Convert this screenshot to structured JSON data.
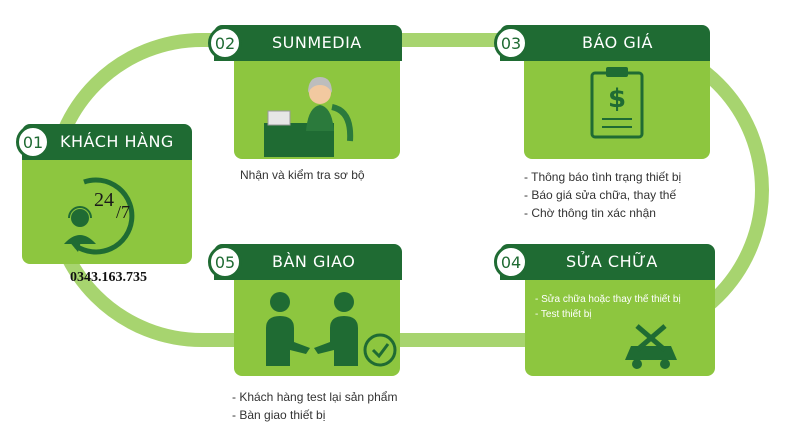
{
  "steps": [
    {
      "number": "01",
      "title": "KHÁCH HÀNG",
      "icon": "support-24-7-icon",
      "badge_main": "24",
      "badge_sub": "/7",
      "phone": "0343.163.735"
    },
    {
      "number": "02",
      "title": "SUNMEDIA",
      "icon": "receptionist-icon",
      "items": [
        "Nhận và kiểm tra sơ bộ"
      ]
    },
    {
      "number": "03",
      "title": "BÁO GIÁ",
      "icon": "invoice-clipboard-icon",
      "items": [
        "- Thông báo tình trạng thiết bị",
        "- Báo giá sửa chữa, thay thế",
        "- Chờ thông tin xác nhận"
      ]
    },
    {
      "number": "04",
      "title": "SỬA CHỮA",
      "icon": "repair-tools-icon",
      "panel_items": [
        "- Sửa chữa hoặc thay thế thiết bị",
        "- Test thiết bị"
      ]
    },
    {
      "number": "05",
      "title": "BÀN GIAO",
      "icon": "handshake-icon",
      "items": [
        "- Khách hàng test lại sản phẩm",
        "- Bàn giao thiết bị"
      ]
    }
  ],
  "colors": {
    "header": "#1f6b33",
    "panel": "#8dc63f",
    "loop": "#a7d46f"
  }
}
